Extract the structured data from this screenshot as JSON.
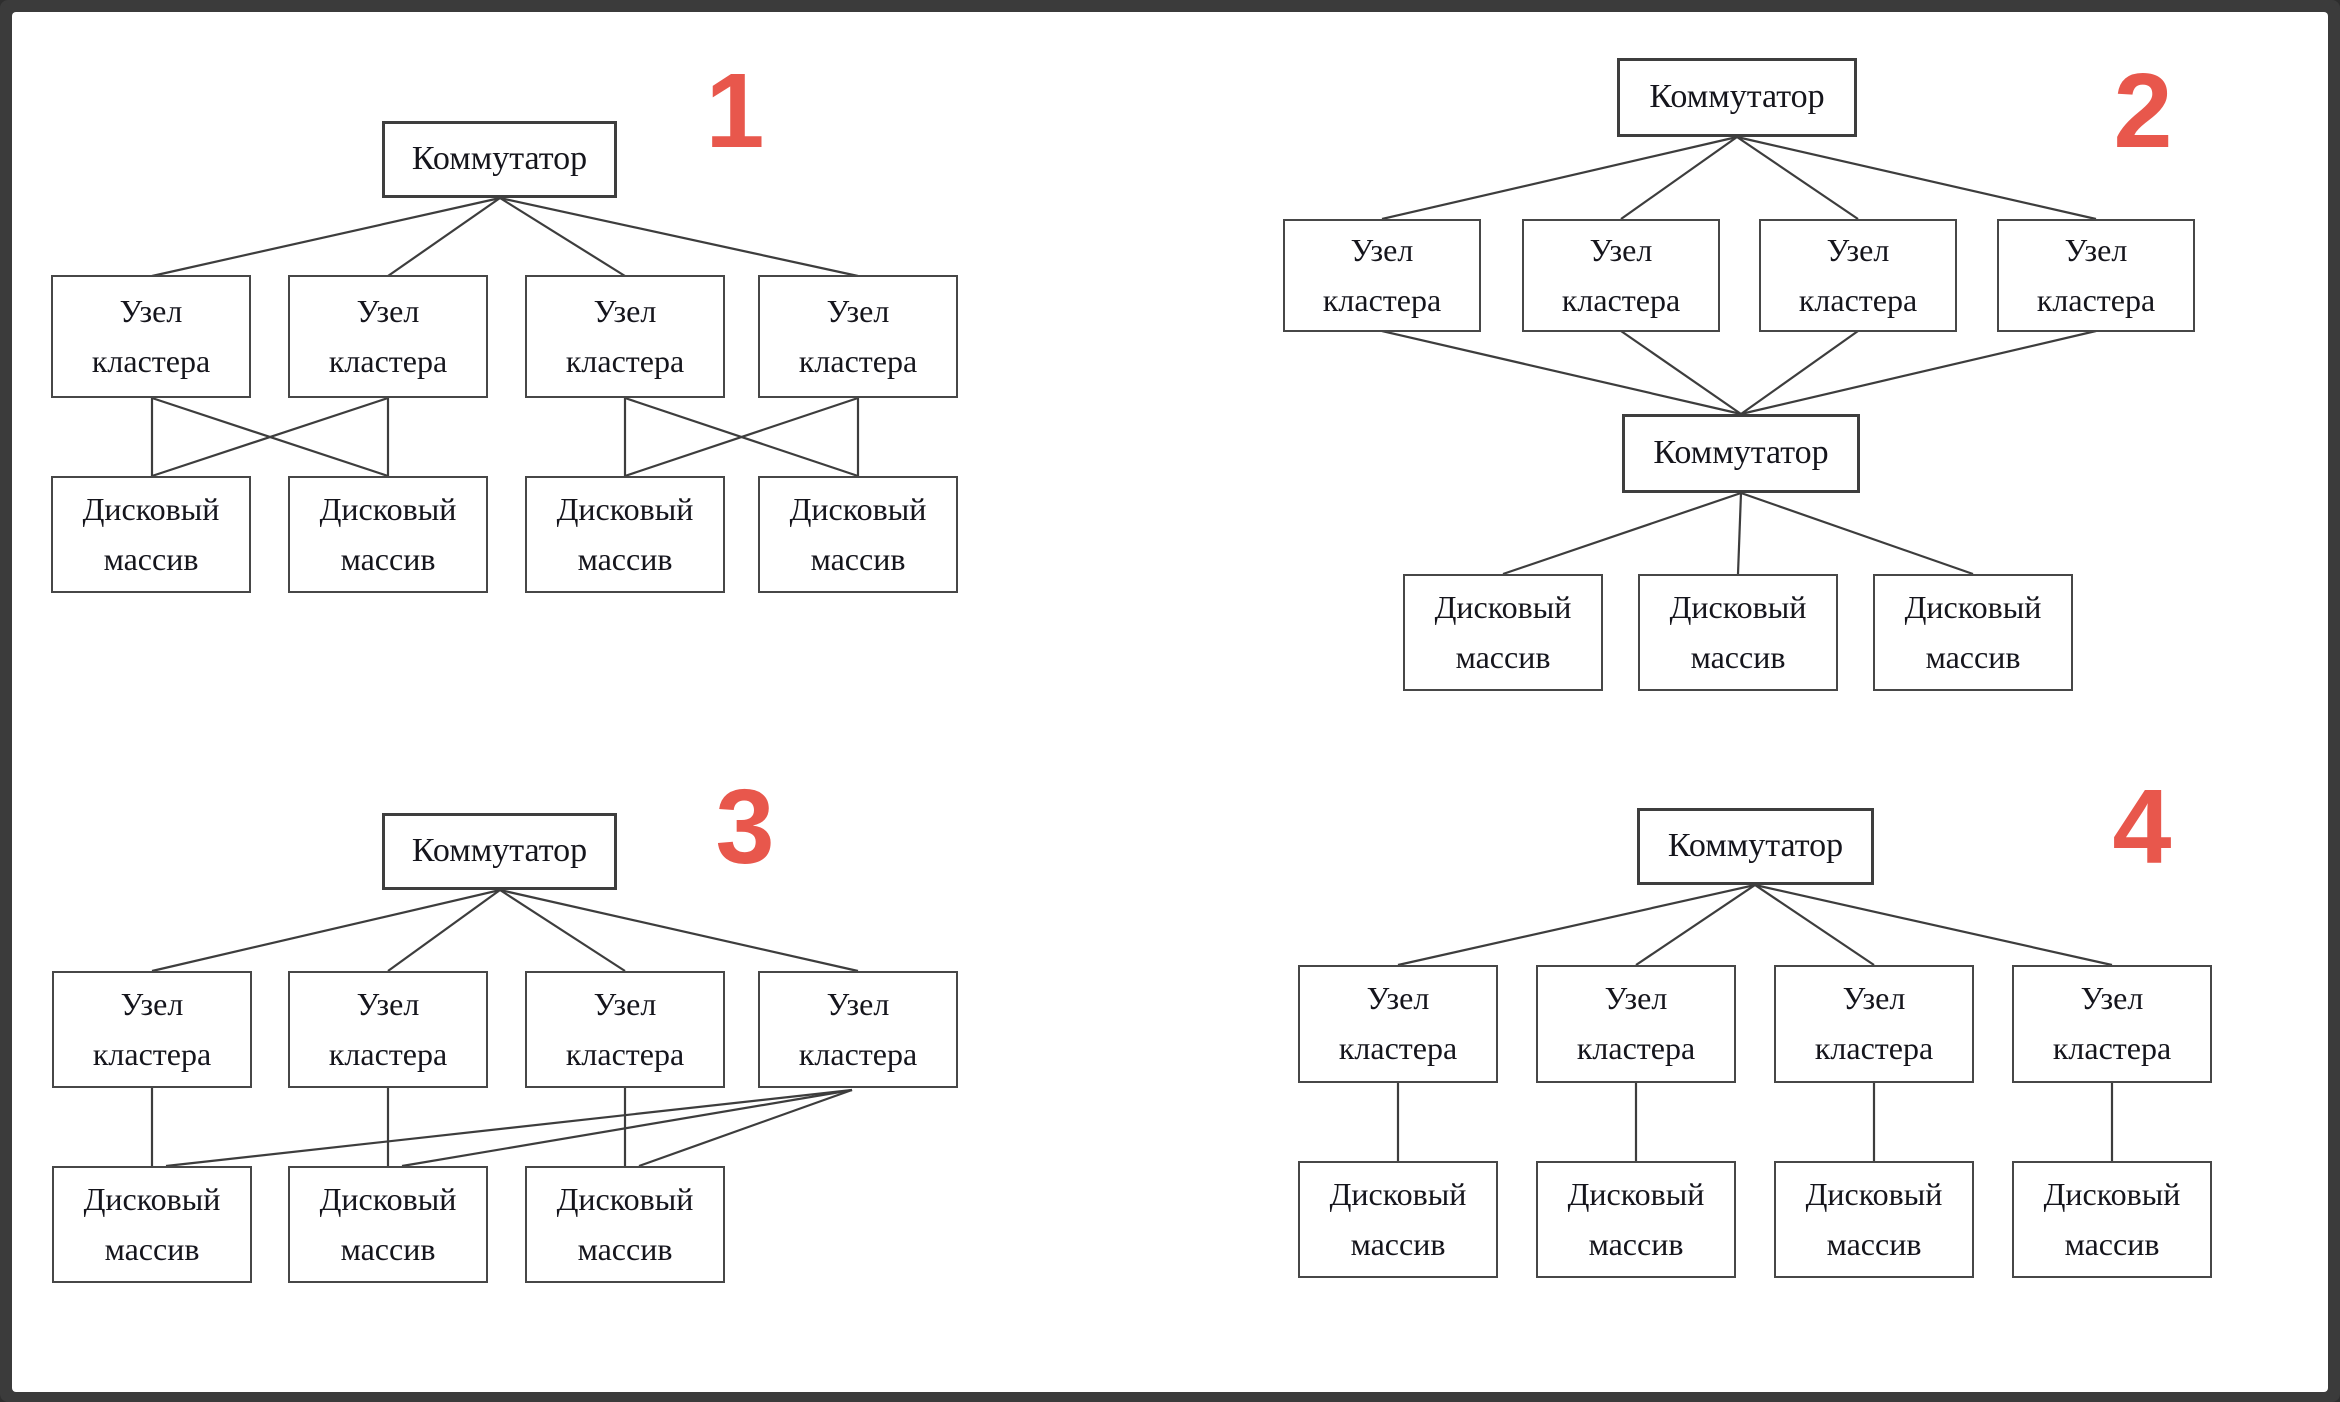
{
  "labels": {
    "switch": "Коммутатор",
    "cluster_node": "Узел кластера",
    "disk_array": "Дисковый массив"
  },
  "colors": {
    "number_red": "#e8574c",
    "connector_line": "#3d3d3d",
    "box_border": "#474747",
    "text": "#15151c",
    "frame": "#3b3b3b",
    "page_background": "#ffffff"
  },
  "diagrams": [
    {
      "number": "1",
      "switch": "Коммутатор",
      "nodes": [
        "Узел кластера",
        "Узел кластера",
        "Узел кластера",
        "Узел кластера"
      ],
      "disks": [
        "Дисковый массив",
        "Дисковый массив",
        "Дисковый массив",
        "Дисковый массив"
      ]
    },
    {
      "number": "2",
      "switch_top": "Коммутатор",
      "switch_bottom": "Коммутатор",
      "nodes": [
        "Узел кластера",
        "Узел кластера",
        "Узел кластера",
        "Узел кластера"
      ],
      "disks": [
        "Дисковый массив",
        "Дисковый массив",
        "Дисковый массив"
      ]
    },
    {
      "number": "3",
      "switch": "Коммутатор",
      "nodes": [
        "Узел кластера",
        "Узел кластера",
        "Узел кластера",
        "Узел кластера"
      ],
      "disks": [
        "Дисковый массив",
        "Дисковый массив",
        "Дисковый массив"
      ]
    },
    {
      "number": "4",
      "switch": "Коммутатор",
      "nodes": [
        "Узел кластера",
        "Узел кластера",
        "Узел кластера",
        "Узел кластера"
      ],
      "disks": [
        "Дисковый массив",
        "Дисковый массив",
        "Дисковый массив",
        "Дисковый массив"
      ]
    }
  ]
}
